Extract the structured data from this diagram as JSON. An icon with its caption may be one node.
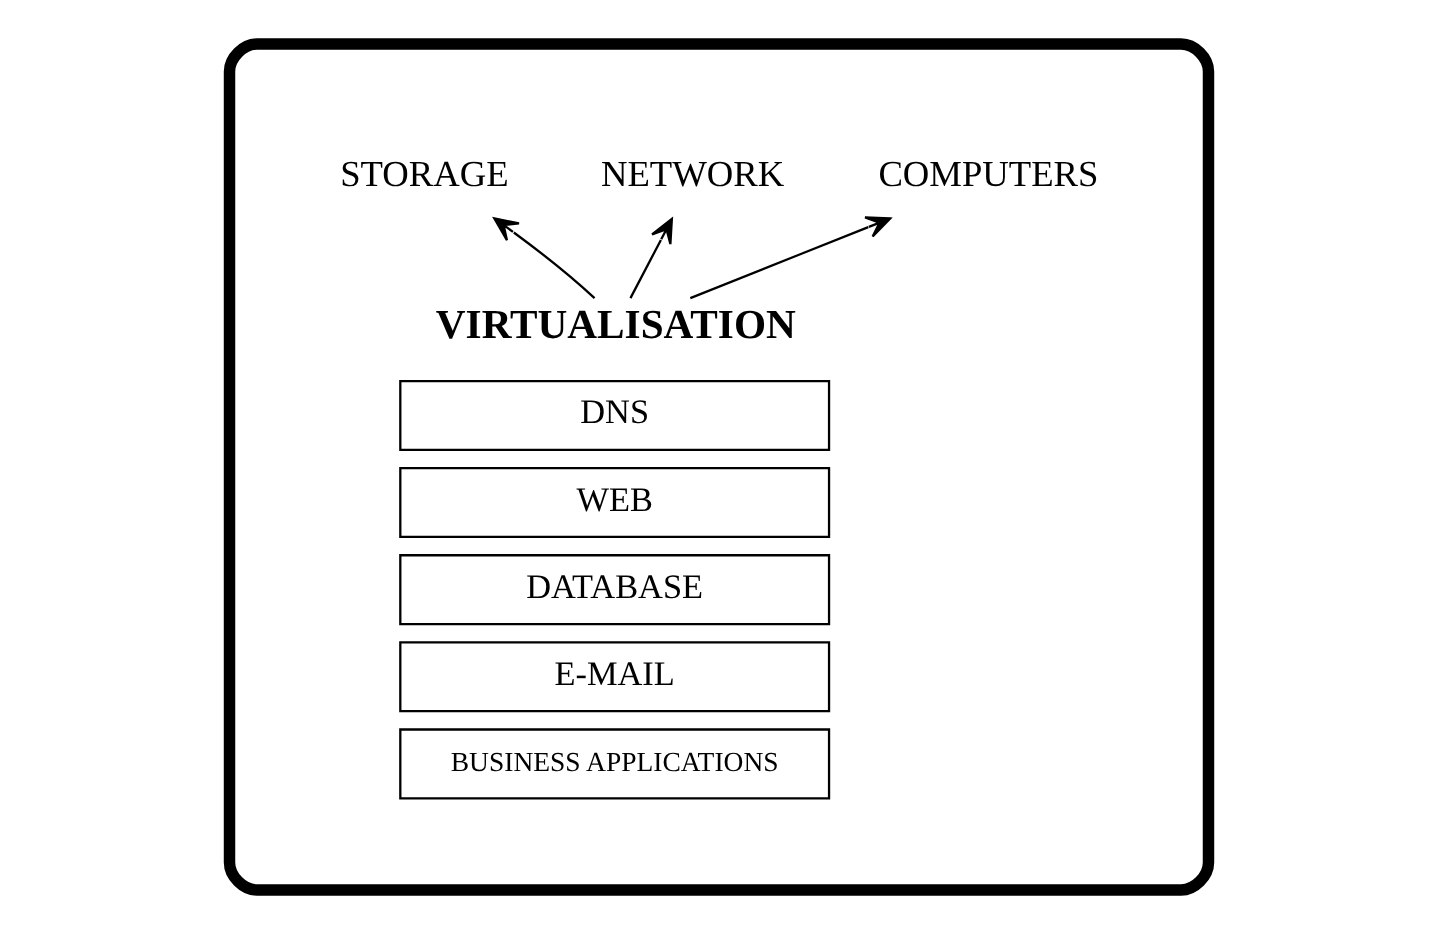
{
  "diagram": {
    "nodes": [
      {
        "text": [],
        "shape": "cloud"
      },
      {
        "text": [
          "STORAGE"
        ],
        "in": 0
      },
      {
        "text": [
          "NETWORK"
        ],
        "in": 0
      },
      {
        "text": [
          "COMPUTERS"
        ],
        "in": 0
      },
      {
        "text": [
          "VIRTUALISATION"
        ],
        "in": 0
      },
      {
        "text": [
          "DNS"
        ],
        "in": 0
      },
      {
        "text": [
          "WEB"
        ],
        "in": 0
      },
      {
        "text": [
          "DATABASE"
        ],
        "in": 0
      },
      {
        "text": [
          "E-MAIL"
        ],
        "in": 0
      },
      {
        "text": [
          "BUSINESS APPLICATIONS"
        ],
        "in": 0
      }
    ],
    "edges": [
      {
        "from": 4,
        "to": 1,
        "arrow": "to"
      },
      {
        "from": 4,
        "to": 2,
        "arrow": "to"
      },
      {
        "from": 4,
        "to": 3,
        "arrow": "to"
      }
    ]
  }
}
